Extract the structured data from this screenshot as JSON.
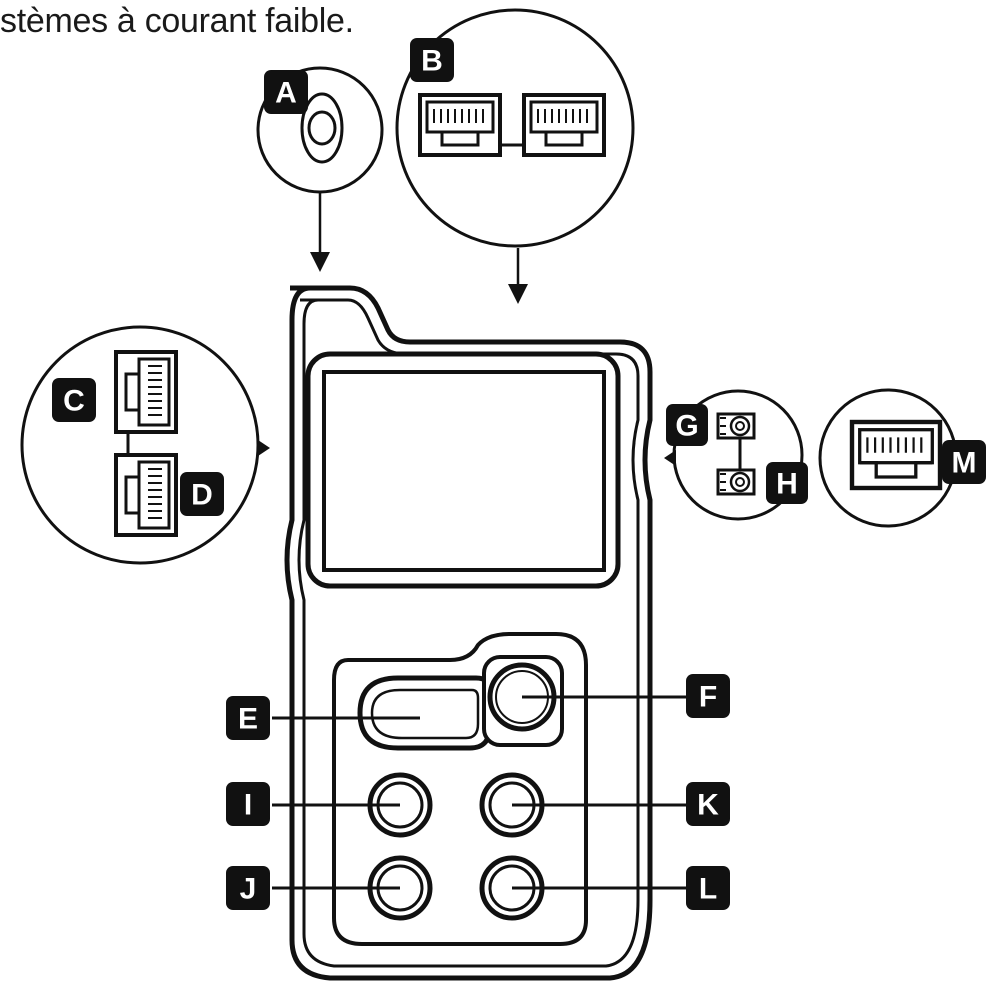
{
  "caption": "stèmes à courant faible.",
  "labels": {
    "A": "A",
    "B": "B",
    "C": "C",
    "D": "D",
    "E": "E",
    "F": "F",
    "G": "G",
    "H": "H",
    "I": "I",
    "J": "J",
    "K": "K",
    "L": "L",
    "M": "M"
  }
}
